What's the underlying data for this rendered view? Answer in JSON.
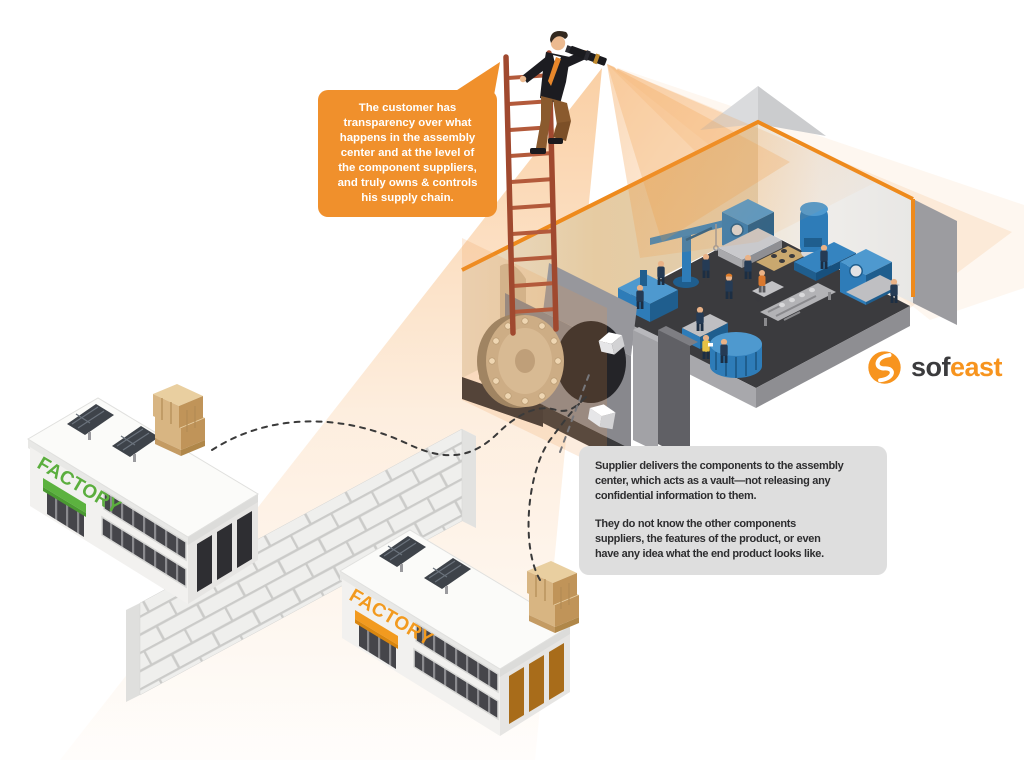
{
  "callouts": {
    "customer": {
      "lines": [
        "The customer has",
        "transparency over what",
        "happens in the assembly",
        "center and at the level of",
        "the component suppliers,",
        "and truly owns & controls",
        "his supply chain."
      ]
    },
    "supplier": {
      "paragraphs": [
        [
          "Supplier delivers the components to the assembly",
          "center, which acts as a vault—not releasing any",
          "confidential information to them."
        ],
        [
          "They do not know the other components",
          "suppliers, the features of the product, or even",
          "have any idea what the end product looks like."
        ]
      ]
    }
  },
  "factories": [
    {
      "label": "FACTORY",
      "accent": "#5BAE3E"
    },
    {
      "label": "FACTORY",
      "accent": "#F29A1F"
    }
  ],
  "logo": {
    "prefix": "sof",
    "suffix": "east"
  },
  "colors": {
    "callout_orange": "#F0902C",
    "callout_gray": "#DEDEDE",
    "trim_orange": "#EE8A1C",
    "logo_orange": "#F7941E",
    "logo_dark": "#3B3B3D",
    "factory_green": "#5BAE3E",
    "factory_orange": "#F29A1F",
    "machine_blue": "#2E7CB8",
    "floor_dark": "#3B3B3E"
  }
}
